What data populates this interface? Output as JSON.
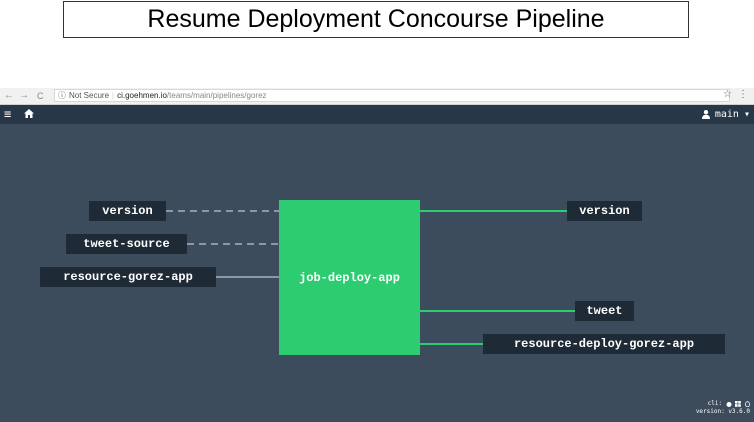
{
  "caption": {
    "title": "Resume Deployment Concourse Pipeline"
  },
  "browser": {
    "back_icon": "←",
    "forward_icon": "→",
    "reload_icon": "C",
    "security_icon": "ⓘ",
    "security_label": "Not Secure",
    "url_host": "ci.goehmen.io",
    "url_path": "/teams/main/pipelines/gorez",
    "star_icon": "☆",
    "menu_icon": "⋮"
  },
  "topbar": {
    "menu_icon": "≡",
    "team": "main",
    "dropdown_icon": "▾"
  },
  "pipeline": {
    "inputs": [
      {
        "label": "version",
        "link": "dashed"
      },
      {
        "label": "tweet-source",
        "link": "dashed"
      },
      {
        "label": "resource-gorez-app",
        "link": "solid"
      }
    ],
    "job": "job-deploy-app",
    "outputs": [
      {
        "label": "version"
      },
      {
        "label": "tweet"
      },
      {
        "label": "resource-deploy-gorez-app"
      }
    ]
  },
  "footer": {
    "cli_label": "cli:",
    "version": "version: v3.6.0"
  },
  "colors": {
    "canvas": "#3d4c5c",
    "topbar": "#273747",
    "job": "#2ecc71",
    "node": "#1e2a35",
    "link_out": "#2ecc71",
    "link_in": "#8b97a3"
  }
}
